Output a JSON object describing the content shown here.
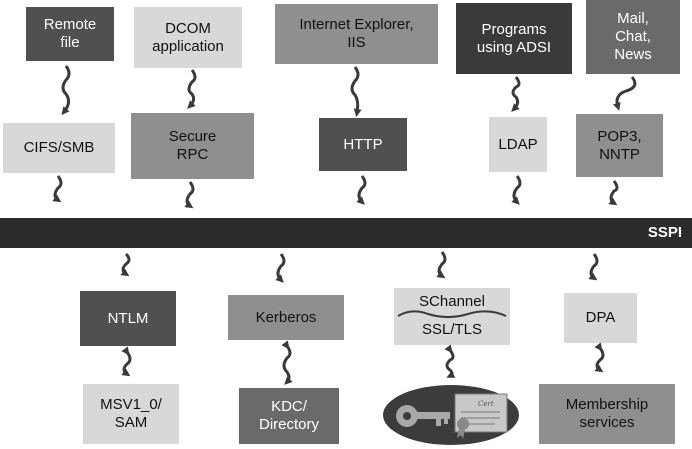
{
  "top_row": [
    {
      "id": "remote-file",
      "lines": [
        "Remote",
        "file"
      ]
    },
    {
      "id": "dcom-application",
      "lines": [
        "DCOM",
        "application"
      ]
    },
    {
      "id": "internet-explorer-iis",
      "lines": [
        "Internet Explorer,",
        "IIS"
      ]
    },
    {
      "id": "programs-using-adsi",
      "lines": [
        "Programs",
        "using ADSI"
      ]
    },
    {
      "id": "mail-chat-news",
      "lines": [
        "Mail,",
        "Chat,",
        "News"
      ]
    }
  ],
  "protocols": [
    {
      "id": "cifs-smb",
      "lines": [
        "CIFS/SMB"
      ]
    },
    {
      "id": "secure-rpc",
      "lines": [
        "Secure",
        "RPC"
      ]
    },
    {
      "id": "http",
      "lines": [
        "HTTP"
      ]
    },
    {
      "id": "ldap",
      "lines": [
        "LDAP"
      ]
    },
    {
      "id": "pop3-nntp",
      "lines": [
        "POP3,",
        "NNTP"
      ]
    }
  ],
  "sspi_label": "SSPI",
  "providers": {
    "ntlm": "NTLM",
    "kerberos": "Kerberos",
    "schannel_top": "SChannel",
    "schannel_bottom": "SSL/TLS",
    "dpa": "DPA"
  },
  "backends": [
    {
      "id": "msv1-0-sam",
      "lines": [
        "MSV1_0/",
        "SAM"
      ]
    },
    {
      "id": "kdc-directory",
      "lines": [
        "KDC/",
        "Directory"
      ]
    },
    {
      "id": "membership-services",
      "lines": [
        "Membership",
        "services"
      ]
    }
  ],
  "certificate_icon_text": "Cert",
  "colors": {
    "sspi_bar": "#2c2c2c",
    "dark": "#505050",
    "mid": "#8f8f8f",
    "light": "#d8d8d8"
  }
}
